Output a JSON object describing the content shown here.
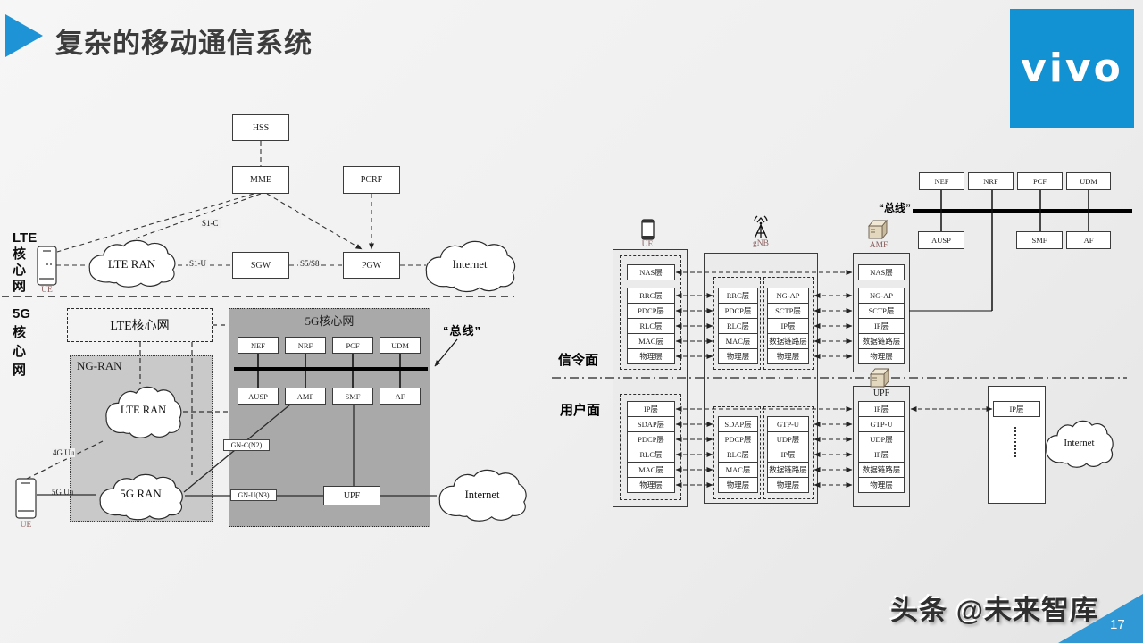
{
  "slide": {
    "title": "复杂的移动通信系统",
    "logo": "vivo",
    "page_number": "17",
    "watermark": "头条 @未来智库"
  },
  "colors": {
    "accent_blue": "#1e93d6",
    "logo_blue": "#1292d3",
    "corner_blue": "#2f98d5",
    "core_box_gray": "#a9a9a9",
    "ngran_gray": "#c9c9c9"
  },
  "lte": {
    "section_label": "LTE\n核\n心\n网",
    "hss": "HSS",
    "mme": "MME",
    "pcrf": "PCRF",
    "sgw": "SGW",
    "pgw": "PGW",
    "lte_ran": "LTE RAN",
    "internet": "Internet",
    "ue": "UE",
    "s1c": "S1-C",
    "s1u": "S1-U",
    "s5s8": "S5/S8"
  },
  "fg": {
    "section_label": "5G\n核\n心\n网",
    "lte_core": "LTE核心网",
    "ng_ran": "NG-RAN",
    "core_title": "5G核心网",
    "bus": "“总线”",
    "nef": "NEF",
    "nrf": "NRF",
    "pcf": "PCF",
    "udm": "UDM",
    "ausp": "AUSP",
    "amf": "AMF",
    "smf": "SMF",
    "af": "AF",
    "lte_ran": "LTE RAN",
    "fg_ran": "5G RAN",
    "internet": "Internet",
    "ue": "UE",
    "upf": "UPF",
    "uu4": "4G Uu",
    "uu5": "5G Uu",
    "gnc": "GN-C(N2)",
    "gnu": "GN-U(N3)"
  },
  "pr": {
    "bus": "“总线”",
    "nef": "NEF",
    "nrf": "NRF",
    "pcf": "PCF",
    "udm": "UDM",
    "ausp": "AUSP",
    "smf": "SMF",
    "af": "AF",
    "sig_plane": "信令面",
    "user_plane": "用户面",
    "ue": "UE",
    "gnb": "gNB",
    "amf": "AMF",
    "upf": "UPF",
    "internet": "Internet",
    "dn_ip": "IP层",
    "ue_sig": [
      "NAS层",
      "RRC层",
      "PDCP层",
      "RLC层",
      "MAC层",
      "物理层"
    ],
    "gnb_sig_l": [
      "RRC层",
      "PDCP层",
      "RLC层",
      "MAC层",
      "物理层"
    ],
    "gnb_sig_r": [
      "NG-AP",
      "SCTP层",
      "IP层",
      "数据链路层",
      "物理层"
    ],
    "amf_sig": [
      "NAS层",
      "NG-AP",
      "SCTP层",
      "IP层",
      "数据链路层",
      "物理层"
    ],
    "ue_usr": [
      "IP层",
      "SDAP层",
      "PDCP层",
      "RLC层",
      "MAC层",
      "物理层"
    ],
    "gnb_usr_l": [
      "SDAP层",
      "PDCP层",
      "RLC层",
      "MAC层",
      "物理层"
    ],
    "gnb_usr_r": [
      "GTP-U",
      "UDP层",
      "IP层",
      "数据链路层",
      "物理层"
    ],
    "upf_usr": [
      "IP层",
      "GTP-U",
      "UDP层",
      "IP层",
      "数据链路层",
      "物理层"
    ]
  }
}
